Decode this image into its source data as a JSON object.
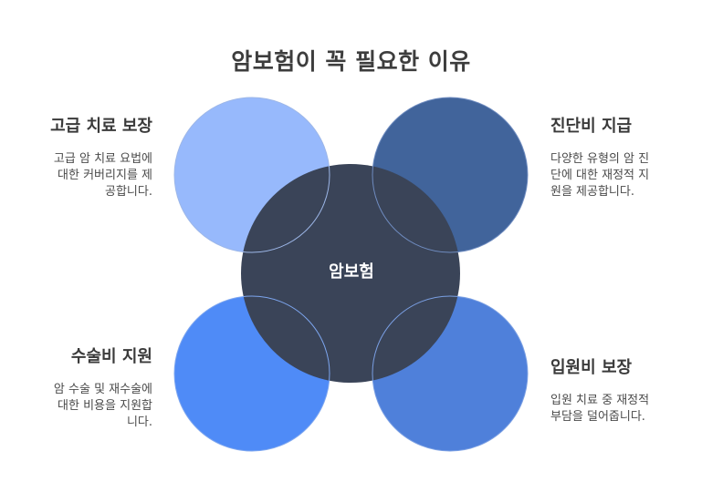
{
  "title": "암보험이 꼭 필요한 이유",
  "center": {
    "label": "암보험",
    "color": "#3a4458"
  },
  "items": [
    {
      "id": "top-left",
      "heading": "고급 치료 보장",
      "description": "고급 암 치료 요법에 대한 커버리지를 제공합니다.",
      "color": "#97b9fc"
    },
    {
      "id": "top-right",
      "heading": "진단비 지급",
      "description": "다양한 유형의 암 진단에 대한 재정적 지원을 제공합니다.",
      "color": "#41649b"
    },
    {
      "id": "bottom-left",
      "heading": "수술비 지원",
      "description": "암 수술 및 재수술에 대한 비용을 지원합니다.",
      "color": "#4f8bf7"
    },
    {
      "id": "bottom-right",
      "heading": "입원비 보장",
      "description": "입원 치료 중 재정적 부담을 덜어줍니다.",
      "color": "#4f80da"
    }
  ]
}
